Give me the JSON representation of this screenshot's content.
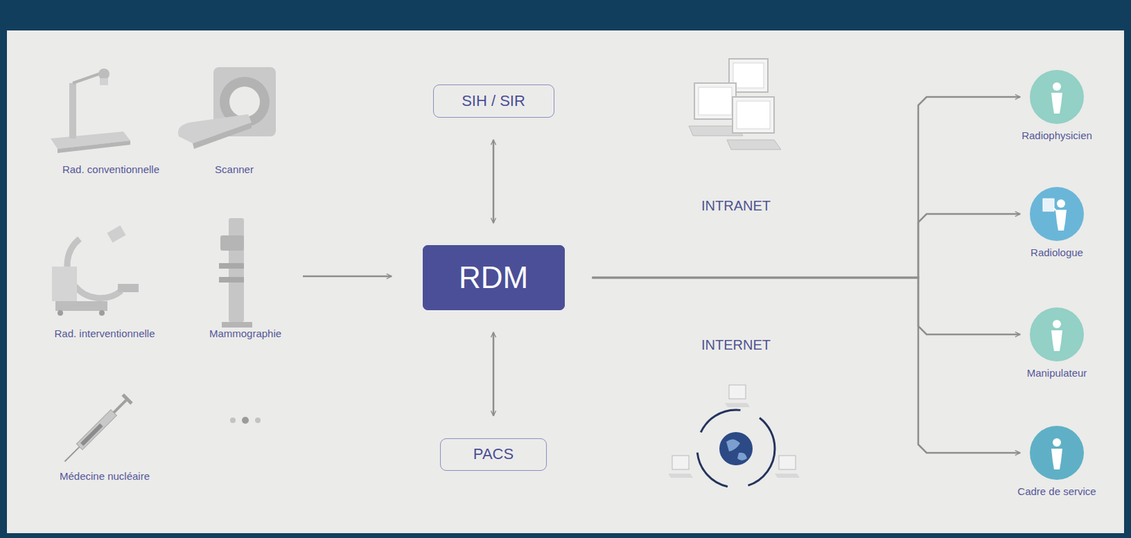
{
  "diagram": {
    "nodes": [
      {
        "text": [
          "SIH / SIR"
        ]
      },
      {
        "text": [
          "RDM"
        ]
      },
      {
        "text": [
          "PACS"
        ]
      },
      {
        "text": [
          "Radiophysicien"
        ]
      },
      {
        "text": [
          "Radiologue"
        ]
      },
      {
        "text": [
          "Manipulateur"
        ]
      },
      {
        "text": [
          "Cadre de service"
        ]
      }
    ],
    "edges": [
      {
        "from": 0,
        "to": 1,
        "arrow": "both"
      },
      {
        "from": 1,
        "to": 2,
        "arrow": "both"
      },
      {
        "from": 1,
        "to": 3,
        "arrow": "to"
      },
      {
        "from": 1,
        "to": 4,
        "arrow": "to"
      },
      {
        "from": 1,
        "to": 5,
        "arrow": "to"
      },
      {
        "from": 1,
        "to": 6,
        "arrow": "to"
      }
    ],
    "labels": [
      "Rad. conventionnelle",
      "Scanner",
      "Rad. interventionnelle",
      "Mammographie",
      "Médecine nucléaire",
      "INTRANET",
      "INTERNET"
    ]
  }
}
